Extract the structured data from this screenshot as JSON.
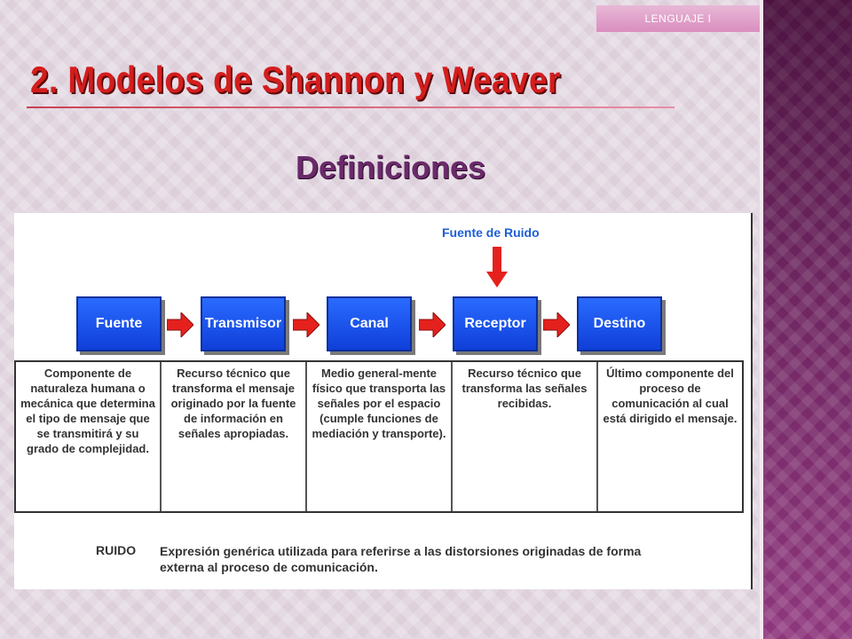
{
  "slide": {
    "tag": "LENGUAJE I",
    "title": "2. Modelos de Shannon y Weaver",
    "subtitle": "Definiciones"
  },
  "diagram": {
    "noise_source": "Fuente de Ruido",
    "boxes": [
      "Fuente",
      "Transmisor",
      "Canal",
      "Receptor",
      "Destino"
    ],
    "definitions": [
      "Componente de naturaleza humana o mecánica que determina el tipo de mensaje que se transmitirá y su grado de complejidad.",
      "Recurso técnico que transforma el mensaje originado por la fuente de información en señales apropiadas.",
      "Medio general-mente físico que transporta las señales por el espacio (cumple funciones de mediación y transporte).",
      "Recurso técnico que transforma las señales recibidas.",
      "Último componente del proceso de comunicación al cual está dirigido el mensaje."
    ],
    "noise_label": "RUIDO",
    "noise_definition": "Expresión genérica utilizada para referirse a las distorsiones originadas de forma externa al proceso de comunicación."
  },
  "colors": {
    "box_blue": "#1a52f0",
    "arrow_red": "#e5211d",
    "title_red": "#d41d1d",
    "subtitle_purple": "#6a2a6a",
    "accent_purple": "#7a2c6c"
  }
}
